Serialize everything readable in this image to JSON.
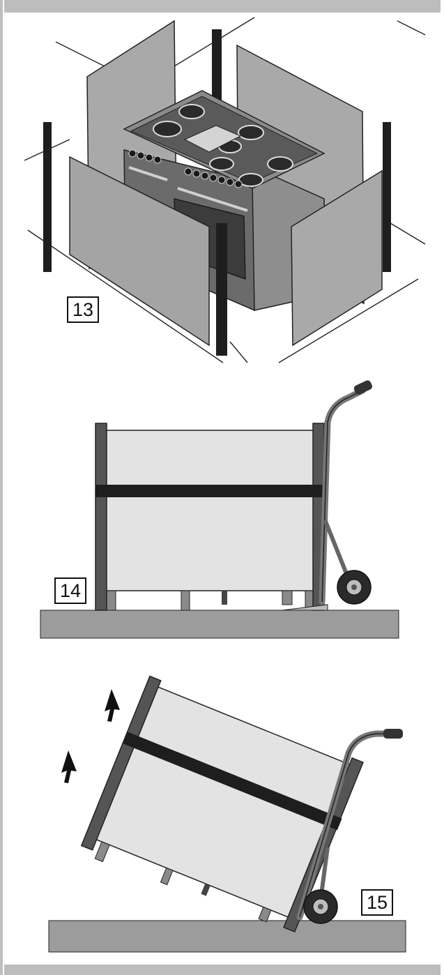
{
  "figures": [
    {
      "label": "13",
      "icon": "range-cooker-packaging-illustration"
    },
    {
      "label": "14",
      "icon": "hand-truck-upright-illustration"
    },
    {
      "label": "15",
      "icon": "hand-truck-tilted-illustration"
    }
  ],
  "colors": {
    "panel": "#a9a9a9",
    "panel_light": "#e3e3e3",
    "post": "#1e1e1e",
    "floor": "#9c9c9c",
    "bar": "#bdbdbd"
  }
}
